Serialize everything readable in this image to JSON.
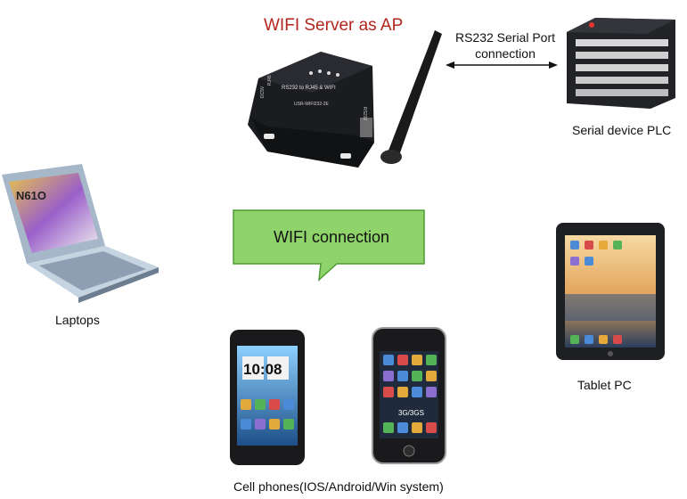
{
  "title": "WIFI Server as AP",
  "serial": {
    "line1": "RS232 Serial Port",
    "line2": "connection"
  },
  "bubble": "WIFI connection",
  "devices": {
    "plc": "Serial device PLC",
    "laptop": "Laptops",
    "tablet": "Tablet PC",
    "phones": "Cell phones(IOS/Android/Win system)"
  },
  "server_panel": {
    "model_line": "RS232 to RJ45 & WIFI",
    "part_no": "USR-WIFI232-2E",
    "port_rs232": "RS232",
    "port_rj45": "RJ45",
    "port_dc": "DC5V"
  },
  "screens": {
    "laptop_logo": "N61O",
    "phone1_time": "10:08",
    "phone2_badge": "3G/3GS"
  },
  "colors": {
    "title": "#b3261e",
    "bubble_fill": "#8fd46a",
    "bubble_stroke": "#4e9a36",
    "device_dark": "#1e1f22"
  }
}
